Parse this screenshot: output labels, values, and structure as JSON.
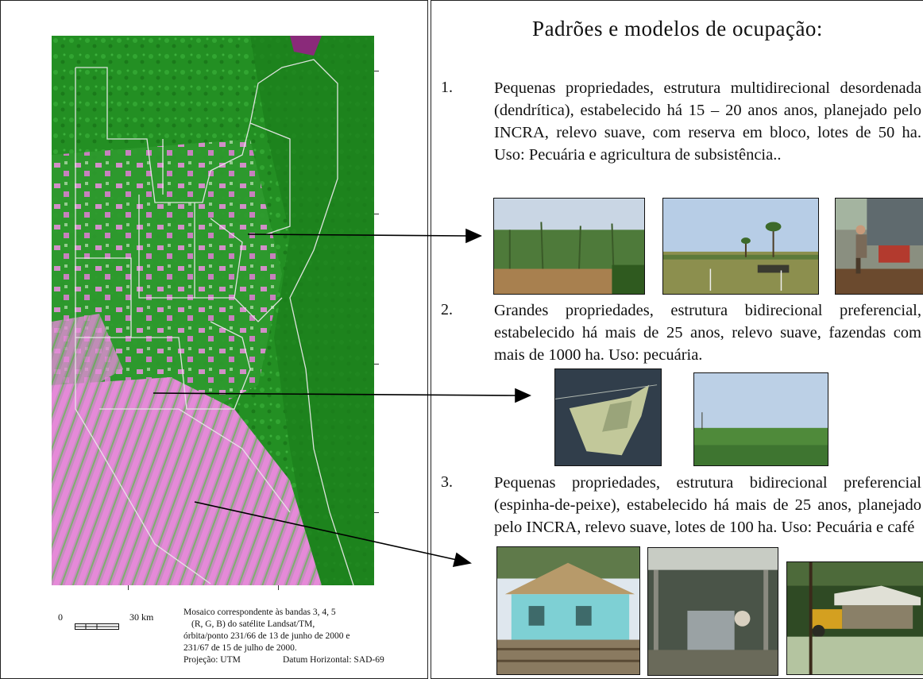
{
  "title": "Padrões e modelos de ocupação:",
  "items": [
    {
      "number": "1.",
      "text": "Pequenas propriedades, estrutura multidirecional desordenada (dendrítica), estabelecido há 15 – 20 anos anos, planejado pelo INCRA, relevo suave, com reserva em bloco, lotes de 50 ha. Uso: Pecuária e agricultura de subsistência.."
    },
    {
      "number": "2.",
      "text": "Grandes propriedades, estrutura bidirecional preferencial, estabelecido há mais de 25 anos, relevo suave, fazendas com mais de 1000 ha. Uso: pecuária."
    },
    {
      "number": "3.",
      "text": "Pequenas propriedades, estrutura bidirecional preferencial (espinha-de-peixe), estabelecido há mais de 25 anos, planejado pelo INCRA, relevo suave, lotes de 100 ha. Uso: Pecuária e café"
    }
  ],
  "scale": {
    "zero": "0",
    "distance": "30 km"
  },
  "caption": {
    "line1": "Mosaico correspondente às bandas 3, 4, 5",
    "line2": "(R, G, B) do satélite Landsat/TM,",
    "line3": "órbita/ponto 231/66 de 13 de junho de 2000 e",
    "line4": "231/67 de 15 de julho de 2000.",
    "projection": "Projeção: UTM",
    "datum": "Datum Horizontal: SAD-69"
  },
  "colors": {
    "forest": "#1f8a1f",
    "deforested": "#e07ad8",
    "boundary": "#e8e8e8",
    "arrow": "#000000"
  }
}
